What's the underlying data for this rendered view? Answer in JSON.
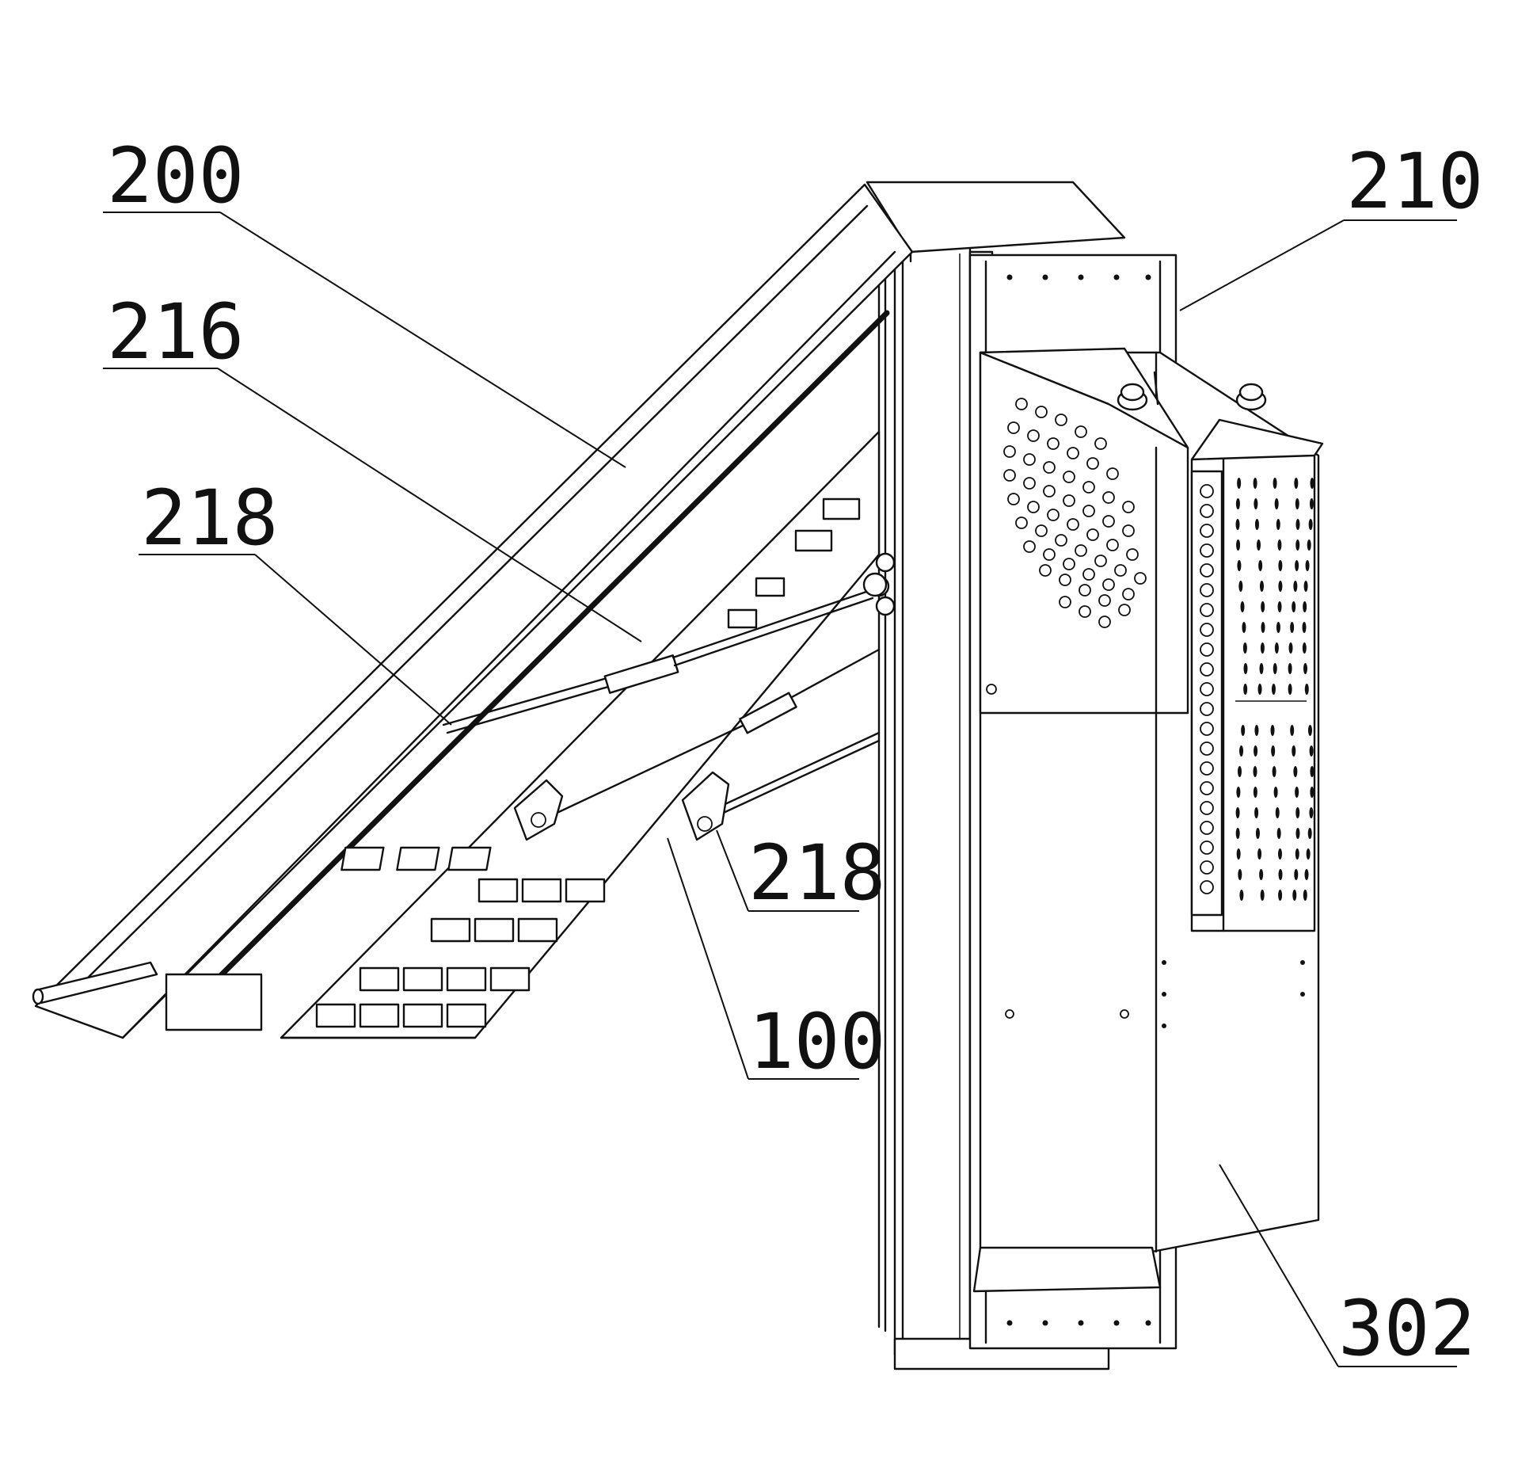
{
  "labels": {
    "l200": "200",
    "l216": "216",
    "l218_left": "218",
    "l210": "210",
    "l218_right": "218",
    "l100": "100",
    "l302": "302"
  }
}
